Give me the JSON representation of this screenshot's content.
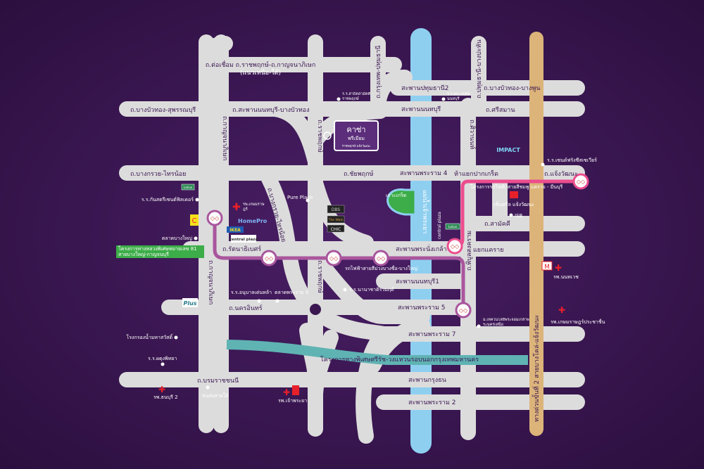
{
  "colors": {
    "background": "#3b1752",
    "road": "#dcdcdc",
    "river": "#8ecff0",
    "expressway": "#dcb47a",
    "purple_line": "#a9569d",
    "pink_line": "#ec4d8e",
    "green_route": "#3cad48",
    "teal_route": "#5fb3b3",
    "hospital": "#e8202a"
  },
  "project": {
    "name": "คาซ่า",
    "name2": "พรีเมียม",
    "subtitle": "ราชพฤกษ์-แจ้งวัฒนะ"
  },
  "roads": {
    "connector": "ถ.ต่อเชื่อม ถ.ราชพฤกษ์-ถ.กาญจนาภิเษก",
    "connector2": "(แนวเหนือ-ใต้)",
    "bangbuathong_suphan": "ถ.บางบัวทอง-สุพรรณบุรี",
    "saphan_nonthaburi_bbt": "ถ.สะพานนนทบุรี-บางบัวทอง",
    "bangkruai_sainoi": "ถ.บางกรวย-ไทรน้อย",
    "chaiyaphruek": "ถ.ชัยพฤกษ์",
    "kanchanaphisek_top": "ถ.กาญจนาภิเษก",
    "kanchanaphisek_bottom": "ถ.กาญจนาภิเษก",
    "ratchaphruek_top": "ถ.ราชพฤกษ์",
    "ratchaphruek_mid": "ถ.ราชพฤกษ์",
    "bangkruai_sainoi_v": "ถ.บางกรวย-ไทรน้อย",
    "krungthep_pathum": "ถ.กรุงเทพ-ปทุมธานี",
    "pathum_bangphun": "ถ.ปทุมธานี-บางปะหัน",
    "saphan_pathum2": "สะพานปทุมธานี2",
    "bangbuathong_bangphun": "ถ.บางบัวทอง-บางพูน",
    "saphan_nonthaburi": "สะพานนนทบุรี",
    "srisaman": "ถ.ศรีสมาน",
    "sivanon": "ถ.ศิวานนท์",
    "saphan_rama4": "สะพานพระราม 4",
    "pak_kret": "ห้าแยกปากเกร็ด",
    "chaengwattana": "ถ.แจ้งวัฒนะ",
    "samakkhi": "ถ.สามัคคี",
    "rattanathibet": "ถ.รัตนาธิเบศร์",
    "saphan_phranangklao": "สะพานพระนั่งเกล้า",
    "khae_rai": "แยกแคราย",
    "saphan_nonthaburi1": "สะพานนนทบุรี1",
    "phibunsongkhram": "ถ.พิบูลสงคราม",
    "nakhon_in": "ถ.นครอินทร์",
    "saphan_rama5": "สะพานพระราม 5",
    "saphan_rama7": "สะพานพระราม 7",
    "borommaratchachonnani": "ถ.บรมราชชนนี",
    "saphan_krungthon": "สะพานกรุงธน",
    "saphan_rama2": "สะพานพระราม 2",
    "expressway": "ทางด่วนขั้นที่ 2 สายบางโคล่-แจ้งวัฒนะ",
    "river": "แม่น้ำเจ้าพระยา"
  },
  "routes": {
    "purple_line": "รถไฟฟ้าสายสีม่วงบางซื่อ-บางใหญ่",
    "pink_line": "โครงการรถไฟฟ้าสายสีชมพู แคราย - มีนบุรี",
    "highway81_1": "โครงการทางหลวงพิเศษหมายเลข 81",
    "highway81_2": "สายบางใหญ่-กาญจนบุรี",
    "teal_route": "โครงการทางพิเศษศรีรัช-วงแหวนรอบนอกกรุงเทพมหานคร"
  },
  "pois": {
    "school_satit": "ร.ร.สาธิตสามัคคี ราชพฤกษ์",
    "school_phrakhun": "ร.ร.พระหฤทัย นนทบุรี",
    "impact": "IMPACT",
    "school_st_francis": "ร.ร.เซนต์ฟรังซีสเซเวียร์",
    "central_chaeng": "เซ็นทรัล แจ้งวัฒนะ",
    "isb": "ISB",
    "ko_kret": "เกาะเกร็ด",
    "pure_place": "Pure Place",
    "hospital_kasemrad": "รพ.เกษมราษฎร์",
    "school_kanlaya": "ร.ร.กันสตรีเซนต์ฟิลเดอร์",
    "market_bangyai": "ตลาดบางใหญ่",
    "homepro1": "HomePro",
    "ikea": "IKEA",
    "centralplaza": "central plaza",
    "dbs": "DBS",
    "the_walk": "The Walk",
    "chic": "CHIC",
    "central_rattana": "central plaza",
    "lotus": "Lotus",
    "school_anuban": "ร.ร.อนุบาลเด่นหล้า",
    "market_rama5": "ตลาดพระราม 5",
    "school_nanachat": "ร.ร.นานาชาติรวมฤดี",
    "plus": "Plus",
    "hospital_nonthavej": "รพ.นนทเวช",
    "tech_univ": "ม.เทคโนโลยีพระจอมเกล้าพระนครเหนือ",
    "hospital_kasemrad_pra": "รพ.เกษมราษฎร์ประชาชื่น",
    "hospital_mahasawat": "โรงกรองน้ำมหาสวัสดิ์",
    "school_phanphitthaya": "ร.ร.ผดุงพิทยา",
    "hospital_thonburi2": "รพ.ธนบุรี 2",
    "bus_terminal": "ขนส่งสายใต้",
    "hospital_chaophraya": "รพ.เจ้าพระยา"
  }
}
